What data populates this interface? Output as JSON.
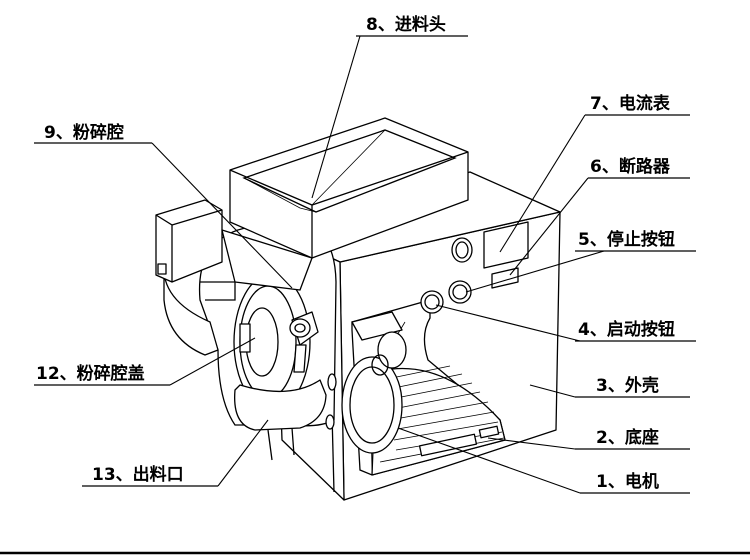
{
  "labels": {
    "motor": "1、电机",
    "base": "2、底座",
    "shell": "3、外壳",
    "start_button": "4、启动按钮",
    "stop_button": "5、停止按钮",
    "breaker": "6、断路器",
    "ammeter": "7、电流表",
    "feed_head": "8、进料头",
    "crushing_chamber": "9、粉碎腔",
    "chamber_cover": "12、粉碎腔盖",
    "discharge_port": "13、出料口"
  }
}
